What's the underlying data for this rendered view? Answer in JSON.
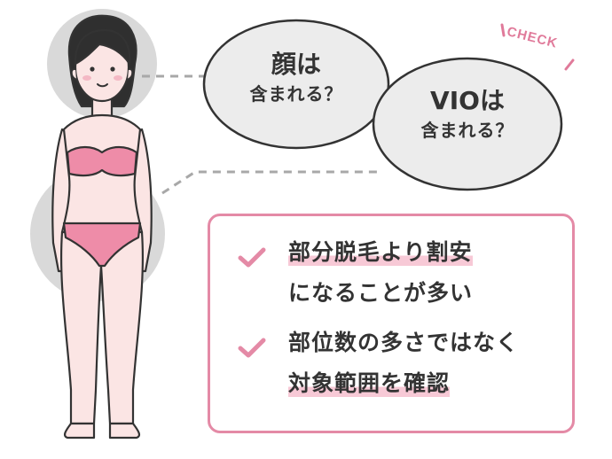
{
  "bubbles": {
    "face": {
      "line1": "顔は",
      "line2": "含まれる？"
    },
    "vio": {
      "line1": "VIOは",
      "line2": "含まれる？"
    }
  },
  "check_label": "CHECK",
  "points": [
    {
      "line1": "部分脱毛より割安",
      "line2": "になることが多い"
    },
    {
      "line1": "部位数の多さではなく",
      "line2": "対象範囲を確認"
    }
  ],
  "colors": {
    "accent": "#e48aa6",
    "highlight": "#f7c9d6",
    "bubble": "#ececec",
    "skin": "#fbe5e4",
    "bikini": "#ee8ca8",
    "circle": "#d9d9d9",
    "outline": "#333333"
  }
}
